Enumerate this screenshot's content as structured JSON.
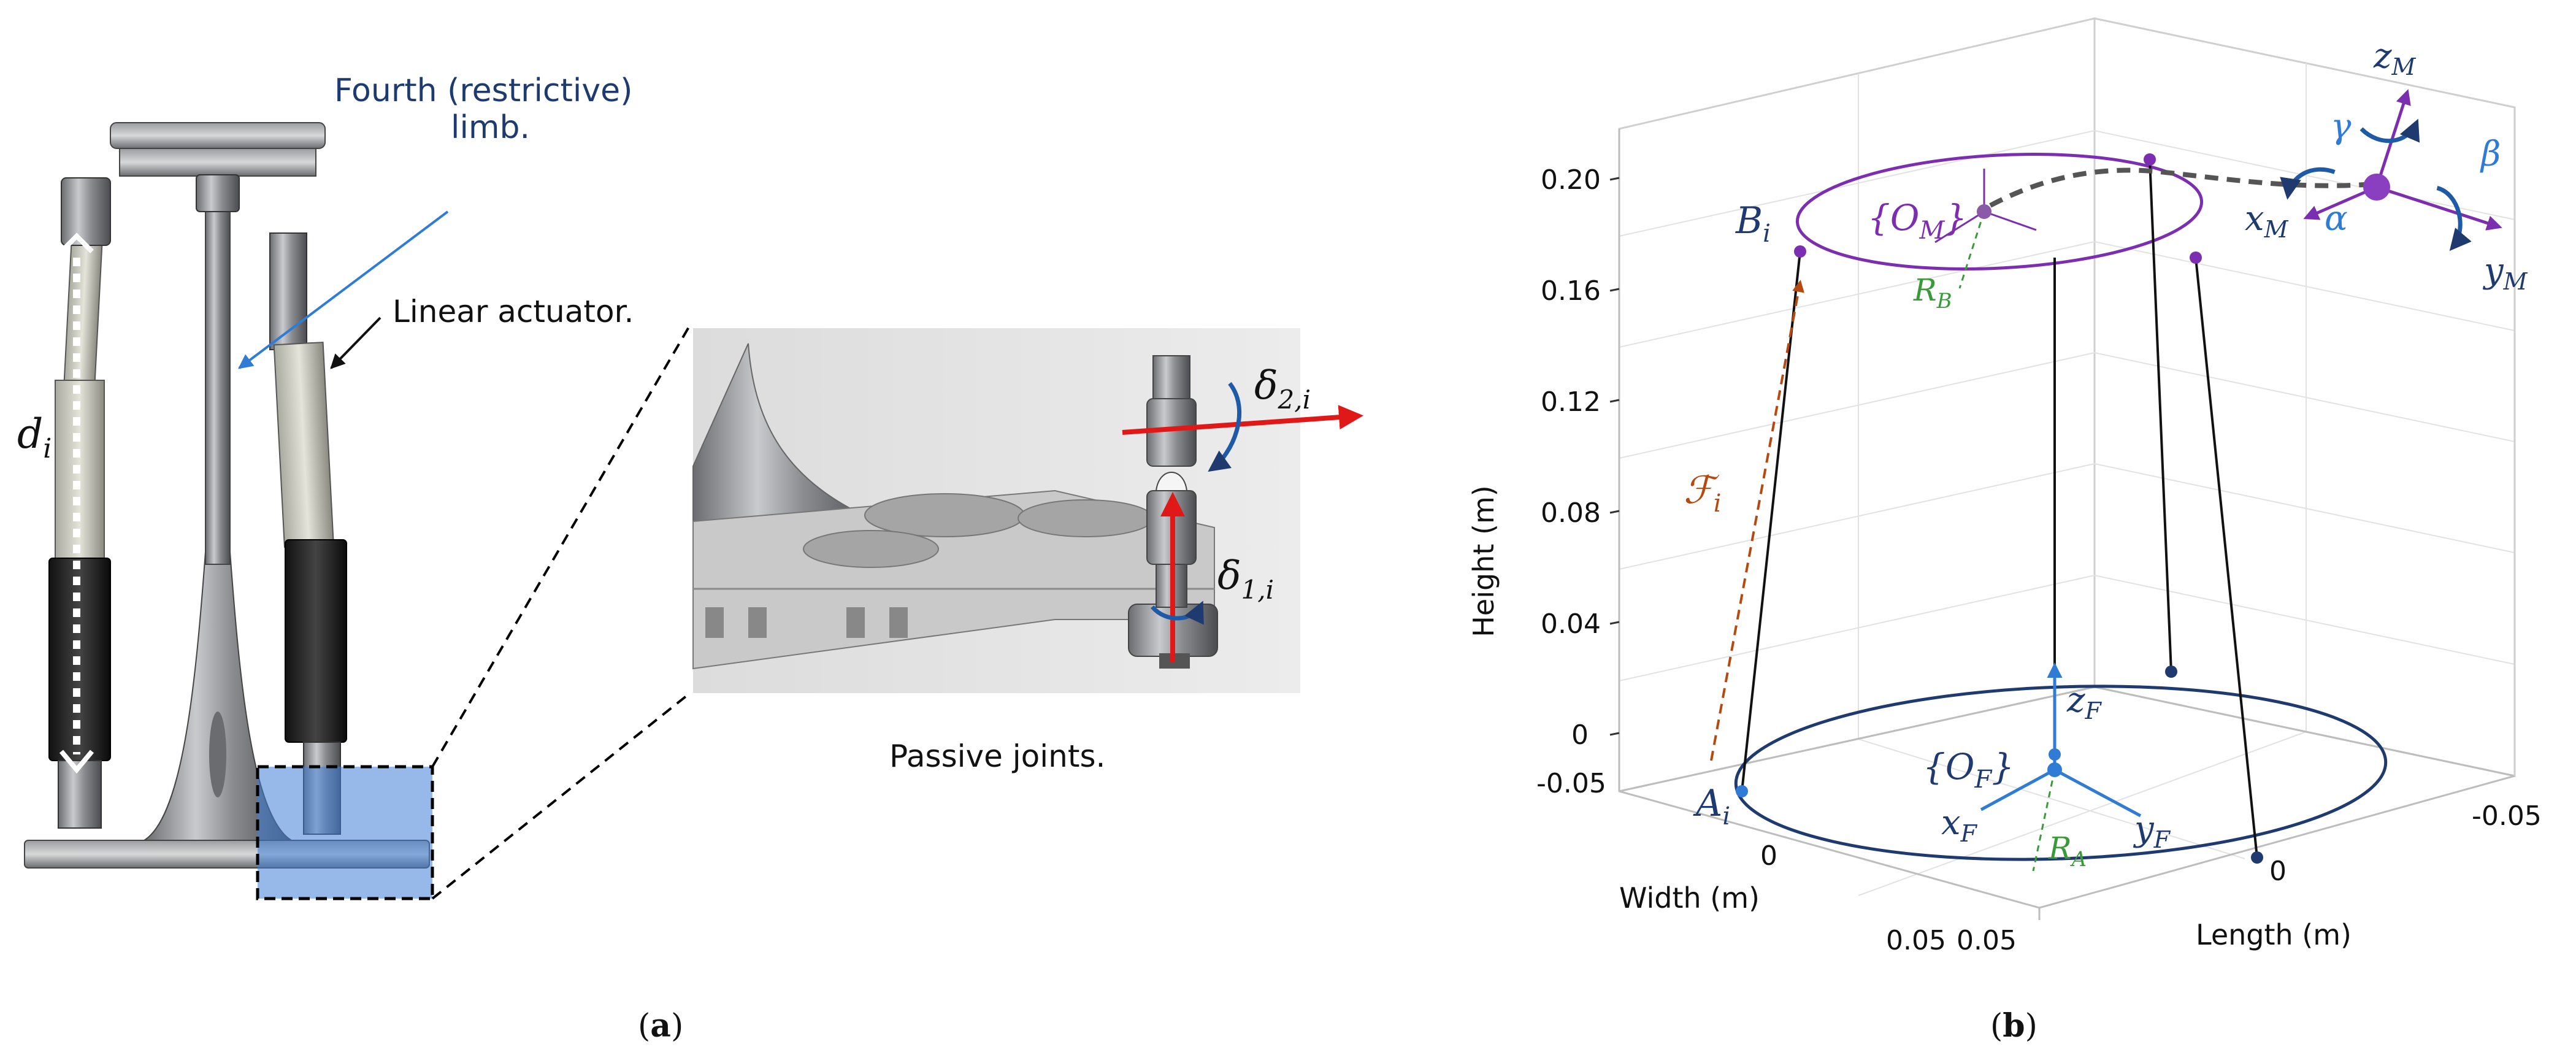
{
  "panel_a": {
    "label_fourth_limb": "Fourth (restrictive)",
    "label_fourth_limb_2": "limb.",
    "label_linear_actuator": "Linear actuator.",
    "label_passive_joints": "Passive joints.",
    "sym_d": "d",
    "sym_d_sub": "i",
    "sym_delta2": "δ",
    "sym_delta2_sub": "2,i",
    "sym_delta1": "δ",
    "sym_delta1_sub": "1,i",
    "caption": "(a)",
    "caption_letter": "a"
  },
  "panel_b": {
    "ylabel": "Height (m)",
    "xlabel_width": "Width (m)",
    "xlabel_length": "Length (m)",
    "height_ticks": [
      "0.20",
      "0.16",
      "0.12",
      "0.08",
      "0.04",
      "0"
    ],
    "width_ticks": [
      "-0.05",
      "0",
      "0.05"
    ],
    "length_ticks": [
      "0.05",
      "0",
      "-0.05"
    ],
    "sym_OM": "{O",
    "sym_OM_sub": "M",
    "sym_OF": "{O",
    "sym_OF_sub": "F",
    "sym_B": "B",
    "sym_B_sub": "i",
    "sym_A": "A",
    "sym_A_sub": "i",
    "sym_RB": "R",
    "sym_RB_sub": "B",
    "sym_RA": "R",
    "sym_RA_sub": "A",
    "sym_Fi": "ℱ",
    "sym_Fi_sub": "i",
    "sym_zF": "z",
    "sym_zF_sub": "F",
    "sym_xF": "x",
    "sym_xF_sub": "F",
    "sym_yF": "y",
    "sym_yF_sub": "F",
    "sym_zM": "z",
    "sym_zM_sub": "M",
    "sym_xM": "x",
    "sym_xM_sub": "M",
    "sym_yM": "y",
    "sym_yM_sub": "M",
    "sym_alpha": "α",
    "sym_beta": "β",
    "sym_gamma": "γ",
    "caption": "(b)",
    "caption_letter": "b"
  },
  "colors": {
    "navy": "#1f3a6e",
    "blue": "#2f7bd6",
    "purple": "#7b2fb0",
    "green": "#3a9a3a",
    "orange": "#b54a10",
    "red": "#e01818"
  }
}
